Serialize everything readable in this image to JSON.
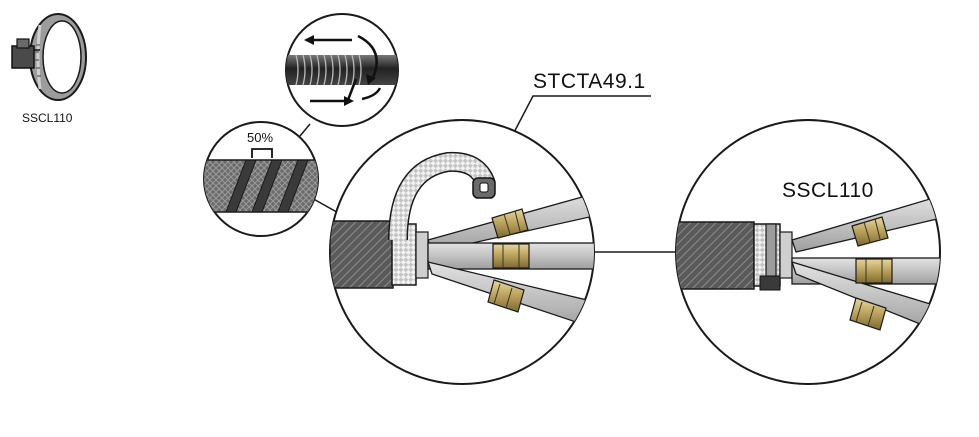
{
  "labels": {
    "clamp_caption": "SSCL110",
    "overlap_percent": "50%",
    "tape_part": "STCTA49.1",
    "clamp_part": "SSCL110"
  },
  "colors": {
    "line": "#1a1a1a",
    "braid_dark": "#555555",
    "braid_light": "#8a8a8a",
    "cable_grey": "#c9c9c9",
    "cable_shade": "#a8a8a8",
    "brass": "#b9a05a",
    "metal_band": "#9c9c9c"
  },
  "icons": [
    "hose-clamp-icon",
    "wrap-direction-arrows-icon"
  ]
}
